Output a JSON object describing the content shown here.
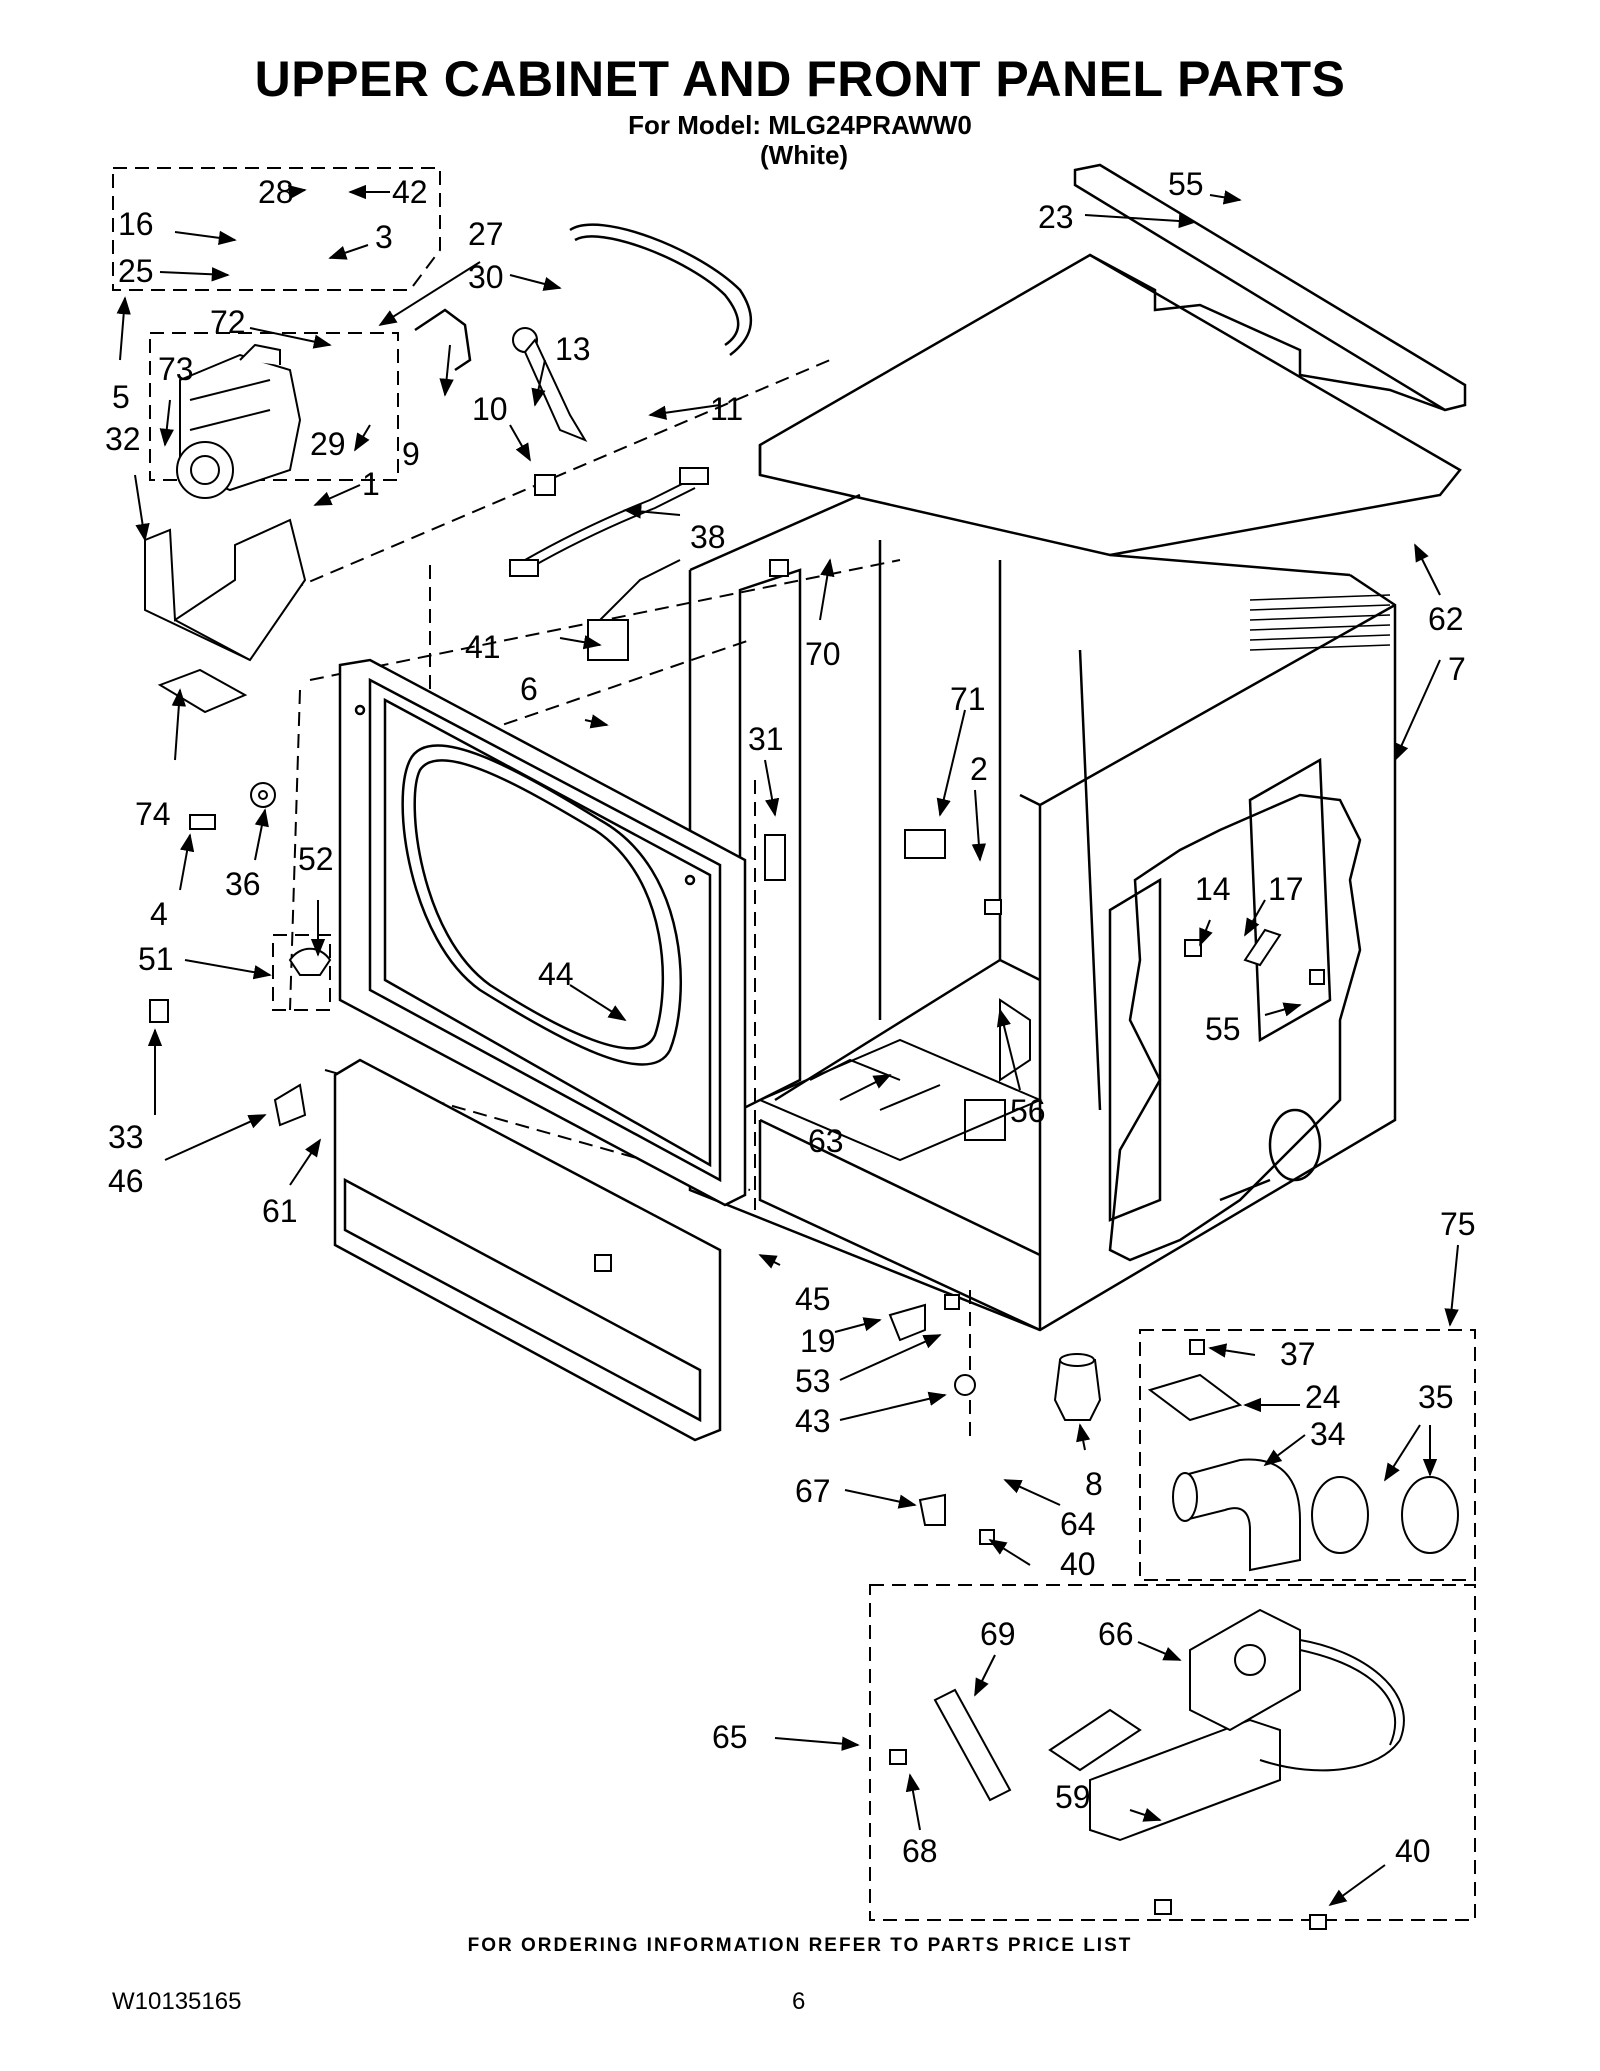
{
  "header": {
    "title": "UPPER CABINET AND FRONT PANEL PARTS",
    "model_line": "For Model: MLG24PRAWW0",
    "color_line": "(White)"
  },
  "footer": {
    "ordering_note": "FOR ORDERING INFORMATION REFER TO PARTS PRICE LIST",
    "document_number": "W10135165",
    "page_number": "6"
  },
  "part_labels": [
    "28",
    "42",
    "16",
    "3",
    "27",
    "25",
    "30",
    "23",
    "55",
    "72",
    "73",
    "13",
    "5",
    "11",
    "32",
    "29",
    "9",
    "10",
    "1",
    "38",
    "62",
    "7",
    "41",
    "70",
    "6",
    "71",
    "31",
    "2",
    "74",
    "36",
    "52",
    "4",
    "51",
    "14",
    "17",
    "44",
    "55",
    "33",
    "63",
    "56",
    "46",
    "61",
    "75",
    "45",
    "19",
    "37",
    "53",
    "24",
    "35",
    "43",
    "34",
    "8",
    "67",
    "64",
    "40",
    "69",
    "66",
    "65",
    "59",
    "40",
    "68"
  ]
}
